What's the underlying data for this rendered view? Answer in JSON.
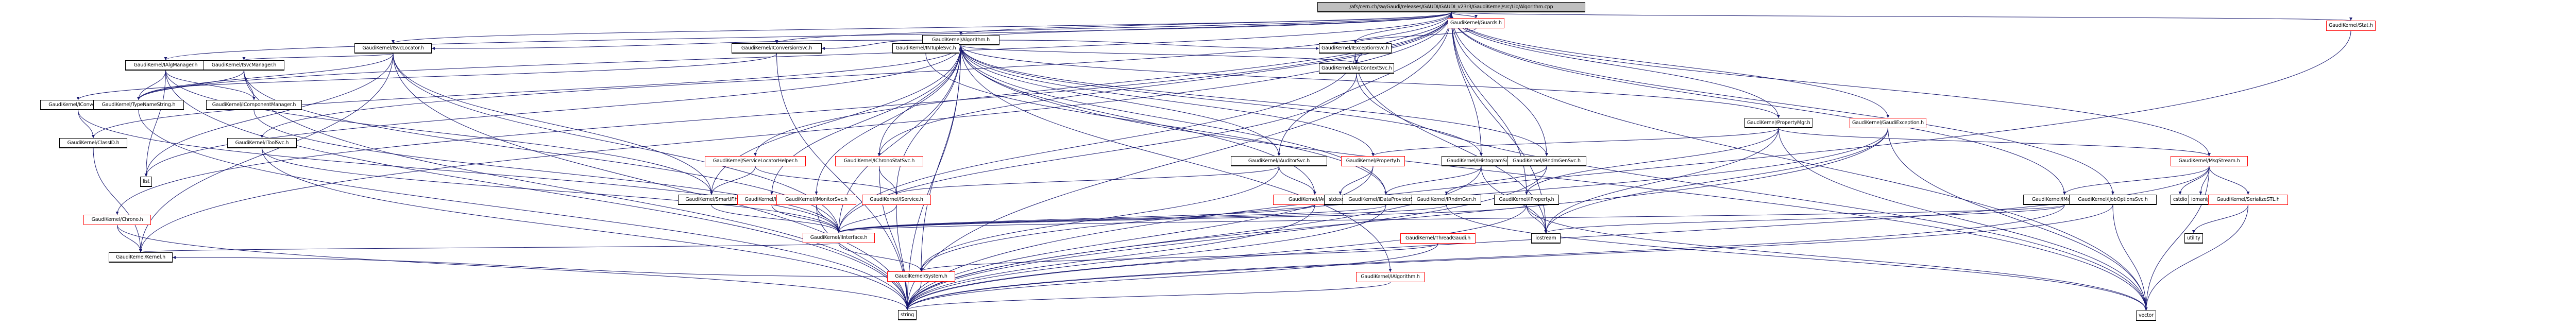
{
  "graph": {
    "title": "Include dependency graph for Algorithm.cpp",
    "edge_color": "#191970",
    "root_fill": "#bfbfbf",
    "truncated_border": "#ff0000",
    "nodes": [
      {
        "id": "root",
        "label": "/afs/cern.ch/sw/Gaudi/releases/GAUDI/GAUDI_v23r3/GaudiKernel/src/Lib/Algorithm.cpp",
        "kind": "root"
      },
      {
        "id": "algorithm_h",
        "label": "GaudiKernel/Algorithm.h",
        "kind": "normal"
      },
      {
        "id": "guards_h",
        "label": "GaudiKernel/Guards.h",
        "kind": "truncated"
      },
      {
        "id": "stat_h",
        "label": "GaudiKernel/Stat.h",
        "kind": "truncated"
      },
      {
        "id": "isvclocator_h",
        "label": "GaudiKernel/ISvcLocator.h",
        "kind": "normal"
      },
      {
        "id": "iconversionsvc_h",
        "label": "GaudiKernel/IConversionSvc.h",
        "kind": "normal"
      },
      {
        "id": "intuplesvc_h",
        "label": "GaudiKernel/INTupleSvc.h",
        "kind": "normal"
      },
      {
        "id": "iexceptionsvc_h",
        "label": "GaudiKernel/IExceptionSvc.h",
        "kind": "normal"
      },
      {
        "id": "ialgcontextsvc_h",
        "label": "GaudiKernel/IAlgContextSvc.h",
        "kind": "normal"
      },
      {
        "id": "propertymgr_h",
        "label": "GaudiKernel/PropertyMgr.h",
        "kind": "normal"
      },
      {
        "id": "gaudiexception_h",
        "label": "GaudiKernel/GaudiException.h",
        "kind": "truncated"
      },
      {
        "id": "msgstream_h",
        "label": "GaudiKernel/MsgStream.h",
        "kind": "truncated"
      },
      {
        "id": "ialgmanager_h",
        "label": "GaudiKernel/IAlgManager.h",
        "kind": "normal"
      },
      {
        "id": "isvcmanager_h",
        "label": "GaudiKernel/ISvcManager.h",
        "kind": "normal"
      },
      {
        "id": "iconverter_h",
        "label": "GaudiKernel/IConverter.h",
        "kind": "normal"
      },
      {
        "id": "typenamestring_h",
        "label": "GaudiKernel/TypeNameString.h",
        "kind": "normal"
      },
      {
        "id": "icomponentmanager_h",
        "label": "GaudiKernel/IComponentManager.h",
        "kind": "normal"
      },
      {
        "id": "servicelocatorhelper_h",
        "label": "GaudiKernel/ServiceLocatorHelper.h",
        "kind": "truncated"
      },
      {
        "id": "ichronostatsvc_h",
        "label": "GaudiKernel/IChronoStatSvc.h",
        "kind": "truncated"
      },
      {
        "id": "iauditorsvc_h",
        "label": "GaudiKernel/IAuditorSvc.h",
        "kind": "normal"
      },
      {
        "id": "property_h",
        "label": "GaudiKernel/Property.h",
        "kind": "truncated"
      },
      {
        "id": "ihistogramsvc_h",
        "label": "GaudiKernel/IHistogramSvc.h",
        "kind": "normal"
      },
      {
        "id": "irndmgensvc_h",
        "label": "GaudiKernel/IRndmGenSvc.h",
        "kind": "normal"
      },
      {
        "id": "imessagesvc_h",
        "label": "GaudiKernel/IMessageSvc.h",
        "kind": "normal"
      },
      {
        "id": "ijoboptionssvc_h",
        "label": "GaudiKernel/IJobOptionsSvc.h",
        "kind": "normal"
      },
      {
        "id": "classid_h",
        "label": "GaudiKernel/ClassID.h",
        "kind": "normal"
      },
      {
        "id": "itoolsvc_h",
        "label": "GaudiKernel/IToolSvc.h",
        "kind": "normal"
      },
      {
        "id": "smartif_h",
        "label": "GaudiKernel/SmartIF.h",
        "kind": "normal"
      },
      {
        "id": "istateful_h",
        "label": "GaudiKernel/IStateful.h",
        "kind": "truncated"
      },
      {
        "id": "imonitorsvc_h",
        "label": "GaudiKernel/IMonitorSvc.h",
        "kind": "truncated"
      },
      {
        "id": "iservice_h",
        "label": "GaudiKernel/IService.h",
        "kind": "truncated"
      },
      {
        "id": "iauditor_h",
        "label": "GaudiKernel/IAuditor.h",
        "kind": "truncated"
      },
      {
        "id": "stdexcept",
        "label": "stdexcept",
        "kind": "normal"
      },
      {
        "id": "idataprovidersvc_h",
        "label": "GaudiKernel/IDataProviderSvc.h",
        "kind": "normal"
      },
      {
        "id": "irndmgen_h",
        "label": "GaudiKernel/IRndmGen.h",
        "kind": "normal"
      },
      {
        "id": "iproperty_h",
        "label": "GaudiKernel/IProperty.h",
        "kind": "normal"
      },
      {
        "id": "cstdio",
        "label": "cstdio",
        "kind": "normal"
      },
      {
        "id": "iomanip",
        "label": "iomanip",
        "kind": "normal"
      },
      {
        "id": "serializestl_h",
        "label": "GaudiKernel/SerializeSTL.h",
        "kind": "truncated"
      },
      {
        "id": "list",
        "label": "list",
        "kind": "normal"
      },
      {
        "id": "interface_h",
        "label": "GaudiKernel/IInterface.h",
        "kind": "truncated"
      },
      {
        "id": "threadgaudi_h",
        "label": "GaudiKernel/ThreadGaudi.h",
        "kind": "truncated"
      },
      {
        "id": "iostream",
        "label": "iostream",
        "kind": "normal"
      },
      {
        "id": "utility",
        "label": "utility",
        "kind": "normal"
      },
      {
        "id": "chrono_h",
        "label": "GaudiKernel/Chrono.h",
        "kind": "truncated"
      },
      {
        "id": "system_h",
        "label": "GaudiKernel/System.h",
        "kind": "truncated"
      },
      {
        "id": "ialgorithm_h",
        "label": "GaudiKernel/IAlgorithm.h",
        "kind": "truncated"
      },
      {
        "id": "kernel_h",
        "label": "GaudiKernel/Kernel.h",
        "kind": "normal"
      },
      {
        "id": "string",
        "label": "string",
        "kind": "normal"
      },
      {
        "id": "vector",
        "label": "vector",
        "kind": "normal"
      }
    ],
    "edges": [
      [
        "root",
        "algorithm_h"
      ],
      [
        "root",
        "guards_h"
      ],
      [
        "root",
        "stat_h"
      ],
      [
        "root",
        "isvclocator_h"
      ],
      [
        "root",
        "iconversionsvc_h"
      ],
      [
        "root",
        "intuplesvc_h"
      ],
      [
        "root",
        "iexceptionsvc_h"
      ],
      [
        "root",
        "ialgcontextsvc_h"
      ],
      [
        "root",
        "propertymgr_h"
      ],
      [
        "root",
        "gaudiexception_h"
      ],
      [
        "root",
        "msgstream_h"
      ],
      [
        "root",
        "ialgmanager_h"
      ],
      [
        "root",
        "typenamestring_h"
      ],
      [
        "root",
        "servicelocatorhelper_h"
      ],
      [
        "root",
        "ichronostatsvc_h"
      ],
      [
        "root",
        "iauditorsvc_h"
      ],
      [
        "root",
        "ihistogramsvc_h"
      ],
      [
        "root",
        "irndmgensvc_h"
      ],
      [
        "root",
        "imessagesvc_h"
      ],
      [
        "root",
        "ijoboptionssvc_h"
      ],
      [
        "root",
        "itoolsvc_h"
      ],
      [
        "root",
        "chrono_h"
      ],
      [
        "root",
        "kernel_h"
      ],
      [
        "root",
        "string"
      ],
      [
        "root",
        "vector"
      ],
      [
        "root",
        "iproperty_h"
      ],
      [
        "root",
        "iostream"
      ],
      [
        "algorithm_h",
        "isvclocator_h"
      ],
      [
        "algorithm_h",
        "intuplesvc_h"
      ],
      [
        "algorithm_h",
        "iconversionsvc_h"
      ],
      [
        "algorithm_h",
        "iexceptionsvc_h"
      ],
      [
        "algorithm_h",
        "ialgcontextsvc_h"
      ],
      [
        "algorithm_h",
        "propertymgr_h"
      ],
      [
        "algorithm_h",
        "ialgorithm_h"
      ],
      [
        "algorithm_h",
        "iservice_h"
      ],
      [
        "algorithm_h",
        "iauditor_h"
      ],
      [
        "algorithm_h",
        "istateful_h"
      ],
      [
        "algorithm_h",
        "imonitorsvc_h"
      ],
      [
        "algorithm_h",
        "property_h"
      ],
      [
        "algorithm_h",
        "idataprovidersvc_h"
      ],
      [
        "algorithm_h",
        "ihistogramsvc_h"
      ],
      [
        "algorithm_h",
        "irndmgensvc_h"
      ],
      [
        "algorithm_h",
        "smartif_h"
      ],
      [
        "algorithm_h",
        "ichronostatsvc_h"
      ],
      [
        "algorithm_h",
        "iauditorsvc_h"
      ],
      [
        "algorithm_h",
        "classid_h"
      ],
      [
        "algorithm_h",
        "string"
      ],
      [
        "algorithm_h",
        "vector"
      ],
      [
        "algorithm_h",
        "interface_h"
      ],
      [
        "algorithm_h",
        "system_h"
      ],
      [
        "algorithm_h",
        "list"
      ],
      [
        "guards_h",
        "iexceptionsvc_h"
      ],
      [
        "stat_h",
        "string"
      ],
      [
        "isvclocator_h",
        "isvcmanager_h"
      ],
      [
        "isvclocator_h",
        "typenamestring_h"
      ],
      [
        "isvclocator_h",
        "smartif_h"
      ],
      [
        "isvclocator_h",
        "kernel_h"
      ],
      [
        "isvclocator_h",
        "interface_h"
      ],
      [
        "isvclocator_h",
        "string"
      ],
      [
        "isvclocator_h",
        "list"
      ],
      [
        "iconversionsvc_h",
        "iconverter_h"
      ],
      [
        "iconversionsvc_h",
        "string"
      ],
      [
        "intuplesvc_h",
        "idataprovidersvc_h"
      ],
      [
        "iexceptionsvc_h",
        "interface_h"
      ],
      [
        "iexceptionsvc_h",
        "iostream"
      ],
      [
        "ialgcontextsvc_h",
        "interface_h"
      ],
      [
        "ialgcontextsvc_h",
        "vector"
      ],
      [
        "propertymgr_h",
        "iproperty_h"
      ],
      [
        "propertymgr_h",
        "property_h"
      ],
      [
        "propertymgr_h",
        "msgstream_h"
      ],
      [
        "propertymgr_h",
        "vector"
      ],
      [
        "propertymgr_h",
        "iostream"
      ],
      [
        "gaudiexception_h",
        "system_h"
      ],
      [
        "gaudiexception_h",
        "string"
      ],
      [
        "gaudiexception_h",
        "iostream"
      ],
      [
        "gaudiexception_h",
        "vector"
      ],
      [
        "msgstream_h",
        "imessagesvc_h"
      ],
      [
        "msgstream_h",
        "cstdio"
      ],
      [
        "msgstream_h",
        "iomanip"
      ],
      [
        "msgstream_h",
        "serializestl_h"
      ],
      [
        "msgstream_h",
        "vector"
      ],
      [
        "msgstream_h",
        "string"
      ],
      [
        "ialgmanager_h",
        "typenamestring_h"
      ],
      [
        "ialgmanager_h",
        "icomponentmanager_h"
      ],
      [
        "ialgmanager_h",
        "list"
      ],
      [
        "ialgmanager_h",
        "string"
      ],
      [
        "ialgmanager_h",
        "smartif_h"
      ],
      [
        "isvcmanager_h",
        "icomponentmanager_h"
      ],
      [
        "isvcmanager_h",
        "typenamestring_h"
      ],
      [
        "isvcmanager_h",
        "string"
      ],
      [
        "isvcmanager_h",
        "interface_h"
      ],
      [
        "iconverter_h",
        "classid_h"
      ],
      [
        "iconverter_h",
        "interface_h"
      ],
      [
        "typenamestring_h",
        "string"
      ],
      [
        "icomponentmanager_h",
        "interface_h"
      ],
      [
        "servicelocatorhelper_h",
        "smartif_h"
      ],
      [
        "servicelocatorhelper_h",
        "iservice_h"
      ],
      [
        "ichronostatsvc_h",
        "iservice_h"
      ],
      [
        "ichronostatsvc_h",
        "string"
      ],
      [
        "iauditorsvc_h",
        "iservice_h"
      ],
      [
        "iauditorsvc_h",
        "iauditor_h"
      ],
      [
        "iauditorsvc_h",
        "system_h"
      ],
      [
        "property_h",
        "stdexcept"
      ],
      [
        "property_h",
        "string"
      ],
      [
        "ihistogramsvc_h",
        "idataprovidersvc_h"
      ],
      [
        "ihistogramsvc_h",
        "iostream"
      ],
      [
        "ihistogramsvc_h",
        "string"
      ],
      [
        "irndmgensvc_h",
        "irndmgen_h"
      ],
      [
        "irndmgensvc_h",
        "string"
      ],
      [
        "imessagesvc_h",
        "interface_h"
      ],
      [
        "imessagesvc_h",
        "string"
      ],
      [
        "imessagesvc_h",
        "iostream"
      ],
      [
        "ijoboptionssvc_h",
        "vector"
      ],
      [
        "ijoboptionssvc_h",
        "string"
      ],
      [
        "classid_h",
        "kernel_h"
      ],
      [
        "itoolsvc_h",
        "interface_h"
      ],
      [
        "itoolsvc_h",
        "string"
      ],
      [
        "smartif_h",
        "interface_h"
      ],
      [
        "istateful_h",
        "interface_h"
      ],
      [
        "imonitorsvc_h",
        "interface_h"
      ],
      [
        "imonitorsvc_h",
        "string"
      ],
      [
        "iservice_h",
        "interface_h"
      ],
      [
        "iservice_h",
        "string"
      ],
      [
        "iauditor_h",
        "interface_h"
      ],
      [
        "iauditor_h",
        "string"
      ],
      [
        "idataprovidersvc_h",
        "interface_h"
      ],
      [
        "idataprovidersvc_h",
        "string"
      ],
      [
        "irndmgen_h",
        "interface_h"
      ],
      [
        "irndmgen_h",
        "vector"
      ],
      [
        "iproperty_h",
        "interface_h"
      ],
      [
        "iproperty_h",
        "iostream"
      ],
      [
        "iproperty_h",
        "string"
      ],
      [
        "iproperty_h",
        "vector"
      ],
      [
        "serializestl_h",
        "utility"
      ],
      [
        "serializestl_h",
        "vector"
      ],
      [
        "interface_h",
        "kernel_h"
      ],
      [
        "interface_h",
        "system_h"
      ],
      [
        "threadgaudi_h",
        "system_h"
      ],
      [
        "threadgaudi_h",
        "string"
      ],
      [
        "chrono_h",
        "kernel_h"
      ],
      [
        "chrono_h",
        "string"
      ],
      [
        "system_h",
        "kernel_h"
      ],
      [
        "system_h",
        "string"
      ],
      [
        "ialgorithm_h",
        "string"
      ]
    ]
  }
}
